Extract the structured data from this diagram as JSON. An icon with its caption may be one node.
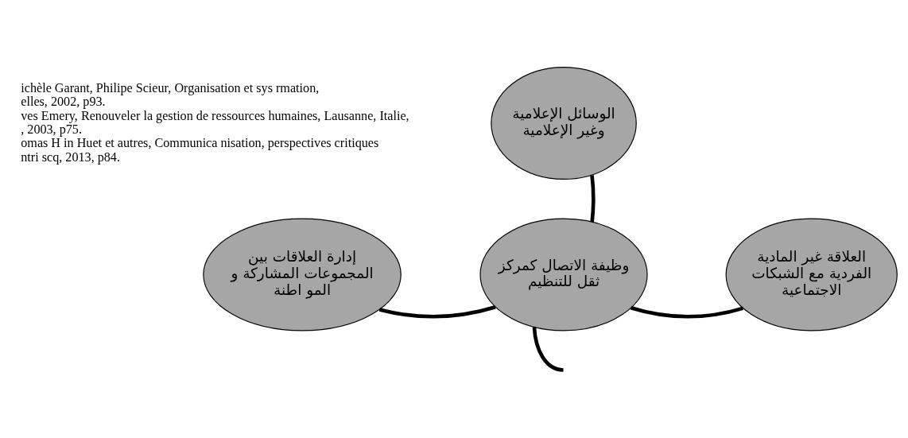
{
  "diagram": {
    "nodes": [
      {
        "text": [
          "الوسائل الإعلامية وغير الإعلامية"
        ]
      },
      {
        "text": [
          "إدارة العلاقات بين المجموعات المشاركة و المو اطنة"
        ]
      },
      {
        "text": [
          "وظيفة الاتصال كمركز ثقل للتنظيم"
        ]
      },
      {
        "text": [
          "العلاقة غير المادية الفردية مع الشبكات الاجتماعية"
        ]
      }
    ],
    "edges": [
      {
        "from": 2,
        "to": 0,
        "arrow": "none"
      },
      {
        "from": 2,
        "to": 1,
        "arrow": "none"
      },
      {
        "from": 2,
        "to": 3,
        "arrow": "none"
      },
      {
        "from": 2,
        "to": null,
        "arrow": "none"
      }
    ],
    "labels": [
      "ichèle Garant, Philipe Scieur, Organisation et sys rmation,",
      "elles, 2002, p93.",
      "ves Emery, Renouveler la gestion de ressources humaines, Lausanne, Italie,",
      ", 2003, p75.",
      "omas H in Huet et autres, Communica nisation, perspectives critiques",
      "ntri scq, 2013, p84."
    ]
  }
}
